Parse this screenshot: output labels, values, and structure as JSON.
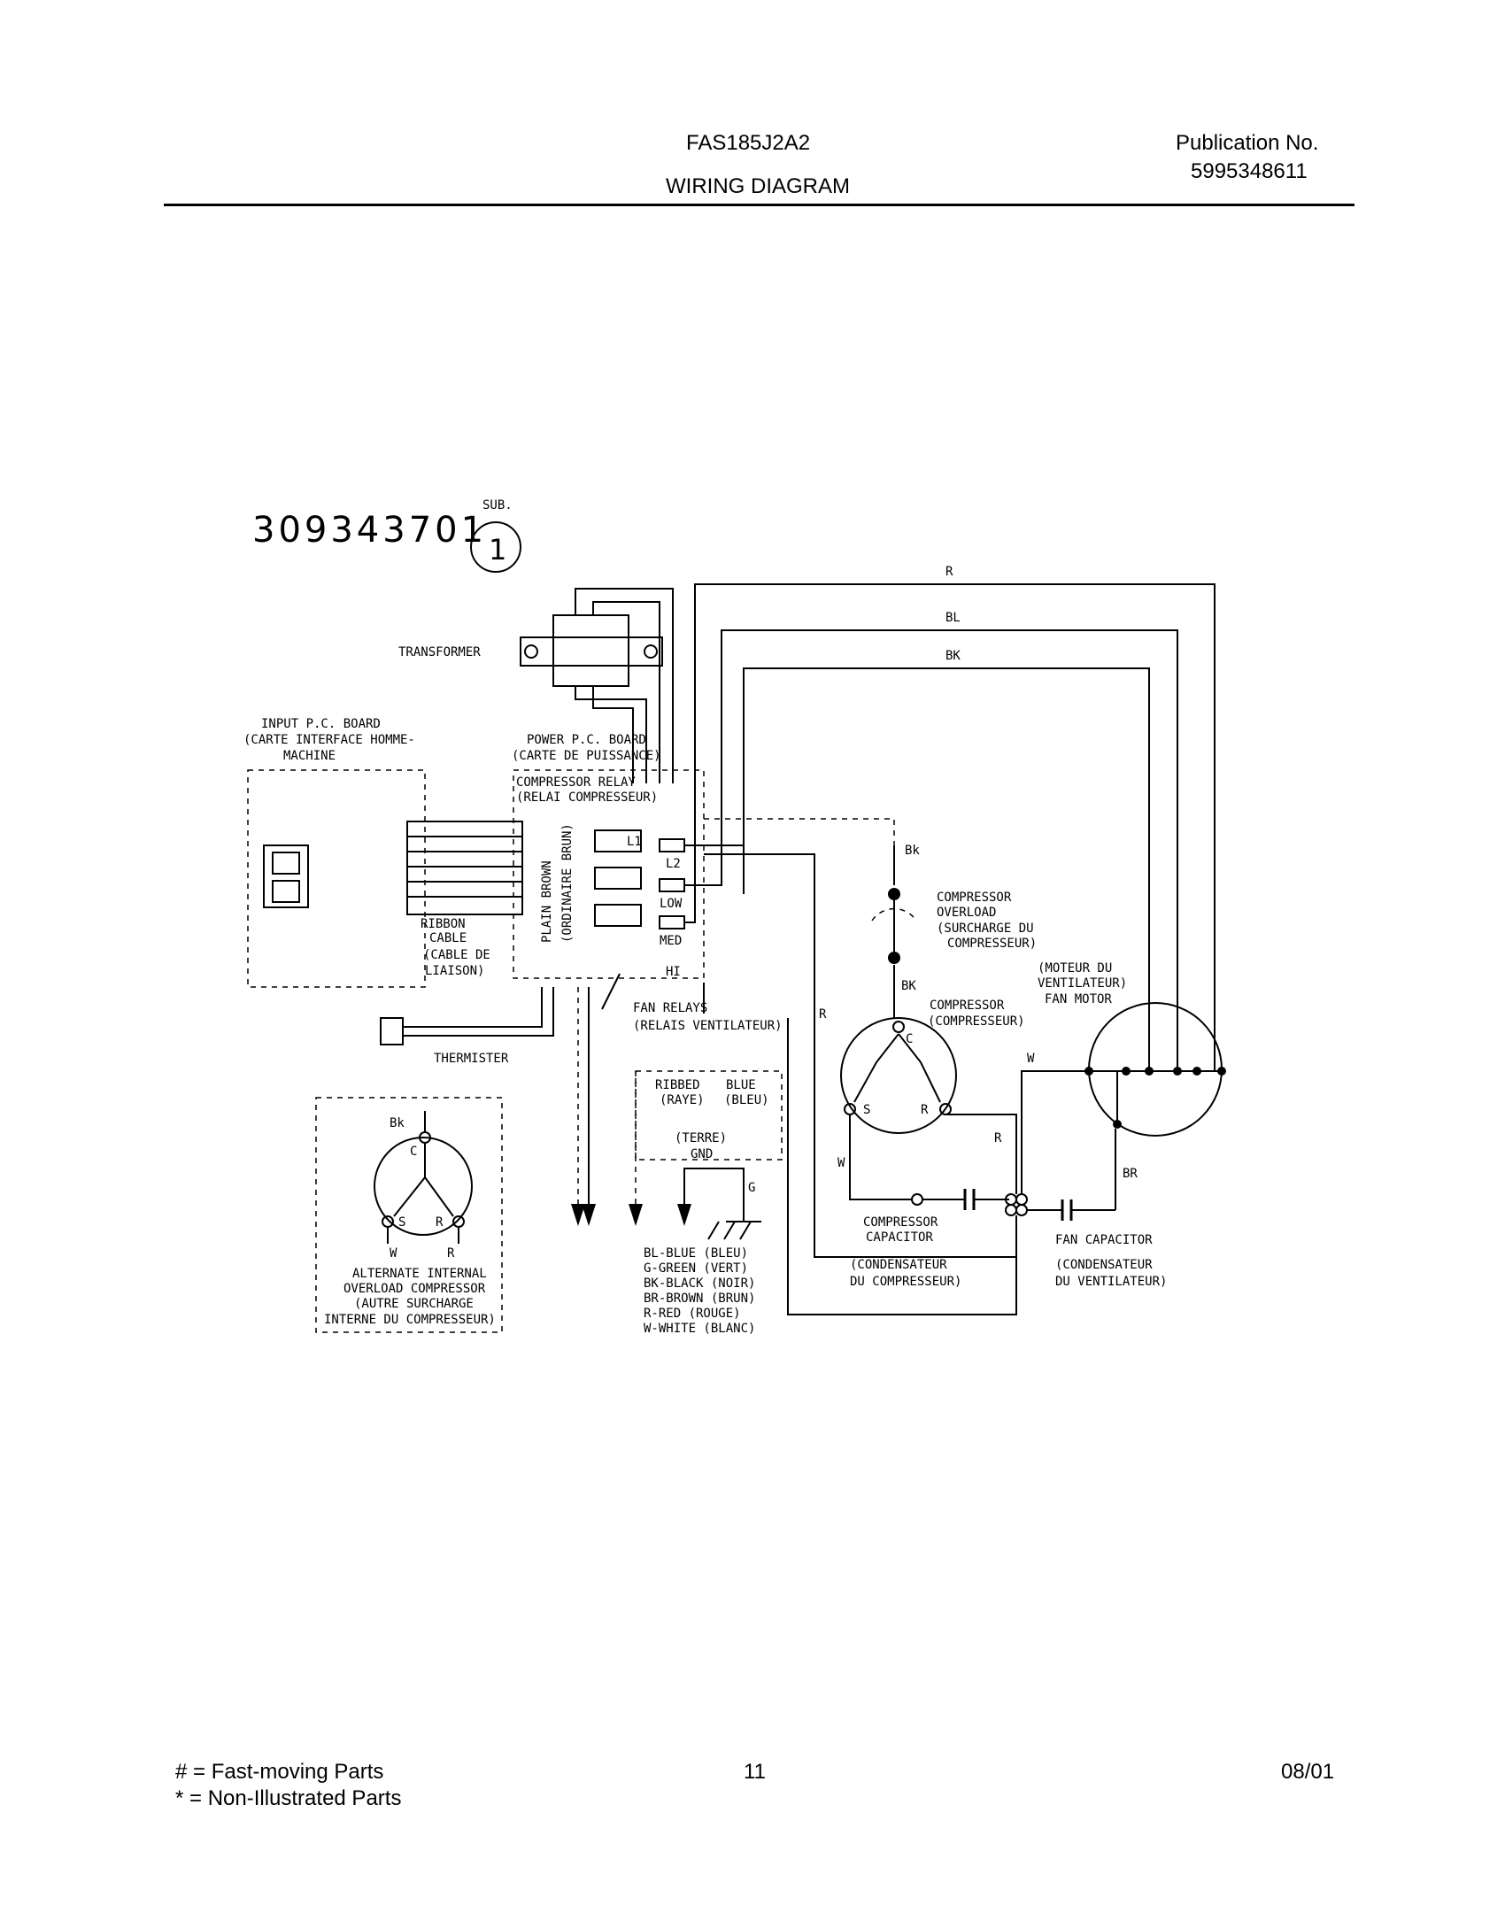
{
  "header": {
    "model": "FAS185J2A2",
    "section_title": "WIRING DIAGRAM",
    "publication_label": "Publication No.",
    "publication_number": "5995348611"
  },
  "diagram": {
    "part_number": "309343701",
    "sub_label": "SUB.",
    "sub_number": "1",
    "wire_r": "R",
    "wire_bl": "BL",
    "wire_bk": "BK",
    "transformer": "TRANSFORMER",
    "input_board_1": "INPUT P.C. BOARD",
    "input_board_2": "(CARTE INTERFACE HOMME-",
    "input_board_3": "MACHINE",
    "power_board_1": "POWER P.C. BOARD",
    "power_board_2": "(CARTE DE PUISSANCE)",
    "comp_relay_1": "COMPRESSOR RELAY",
    "comp_relay_2": "(RELAI COMPRESSEUR)",
    "term_l1": "L1",
    "term_l2": "L2",
    "term_low": "LOW",
    "term_med": "MED",
    "term_hi": "HI",
    "plain_brown_1": "PLAIN BROWN",
    "plain_brown_2": "(ORDINAIRE BRUN)",
    "ribbon_1": "RIBBON",
    "ribbon_2": "CABLE",
    "ribbon_3": "(CABLE DE",
    "ribbon_4": "LIAISON)",
    "fan_relays_1": "FAN RELAYS",
    "fan_relays_2": "(RELAIS VENTILATEUR)",
    "thermister": "THERMISTER",
    "bk_short": "Bk",
    "comp_overload_1": "COMPRESSOR",
    "comp_overload_2": "OVERLOAD",
    "comp_overload_3": "(SURCHARGE DU",
    "comp_overload_4": "COMPRESSEUR)",
    "bk_upper": "BK",
    "compressor_1": "COMPRESSOR",
    "compressor_2": "(COMPRESSEUR)",
    "fan_motor_1": "(MOTEUR DU",
    "fan_motor_2": "VENTILATEUR)",
    "fan_motor_3": "FAN MOTOR",
    "lbl_c": "C",
    "lbl_s": "S",
    "lbl_r": "R",
    "lbl_w": "W",
    "lbl_br": "BR",
    "ribbed_1": "RIBBED",
    "ribbed_2": "(RAYE)",
    "blue_1": "BLUE",
    "blue_2": "(BLEU)",
    "terre": "(TERRE)",
    "gnd": "GND",
    "g": "G",
    "comp_cap_1": "COMPRESSOR",
    "comp_cap_2": "CAPACITOR",
    "comp_cap_3": "(CONDENSATEUR",
    "comp_cap_4": "DU COMPRESSEUR)",
    "fan_cap_1": "FAN CAPACITOR",
    "fan_cap_2": "(CONDENSATEUR",
    "fan_cap_3": "DU VENTILATEUR)",
    "alt_1": "ALTERNATE INTERNAL",
    "alt_2": "OVERLOAD COMPRESSOR",
    "alt_3": "(AUTRE SURCHARGE",
    "alt_4": "INTERNE DU COMPRESSEUR)",
    "legend": [
      "BL-BLUE (BLEU)",
      "G-GREEN (VERT)",
      "BK-BLACK (NOIR)",
      "BR-BROWN (BRUN)",
      "R-RED (ROUGE)",
      "W-WHITE (BLANC)"
    ]
  },
  "footer": {
    "fast_moving": "# = Fast-moving Parts",
    "non_illustrated": "* = Non-Illustrated Parts",
    "page_number": "11",
    "date": "08/01"
  }
}
